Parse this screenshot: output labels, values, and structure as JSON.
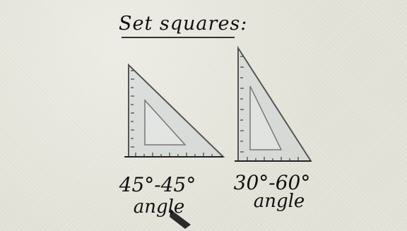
{
  "title": "Set squares:",
  "set_squares": [
    {
      "angle_label": "45°-45°",
      "name": "angle"
    },
    {
      "angle_label": "30°-60°",
      "name": "angle"
    }
  ]
}
